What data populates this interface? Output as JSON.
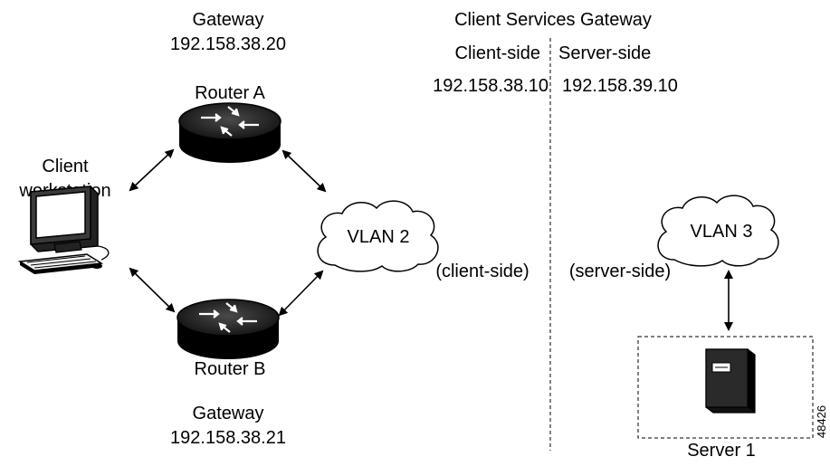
{
  "gateway_top": {
    "title": "Gateway",
    "ip": "192.158.38.20"
  },
  "router_a": {
    "label": "Router A"
  },
  "router_b": {
    "label": "Router B"
  },
  "gateway_bottom": {
    "title": "Gateway",
    "ip": "192.158.38.21"
  },
  "client": {
    "line1": "Client",
    "line2": "workstation"
  },
  "csg": {
    "title": "Client Services Gateway",
    "client_side_label": "Client-side",
    "server_side_label": "Server-side",
    "client_ip": "192.158.38.10",
    "server_ip": "192.158.39.10"
  },
  "vlan2": {
    "label": "VLAN 2",
    "side": "(client-side)"
  },
  "vlan3": {
    "label": "VLAN 3",
    "side": "(server-side)"
  },
  "server": {
    "label": "Server 1"
  },
  "figure_id": "48426"
}
